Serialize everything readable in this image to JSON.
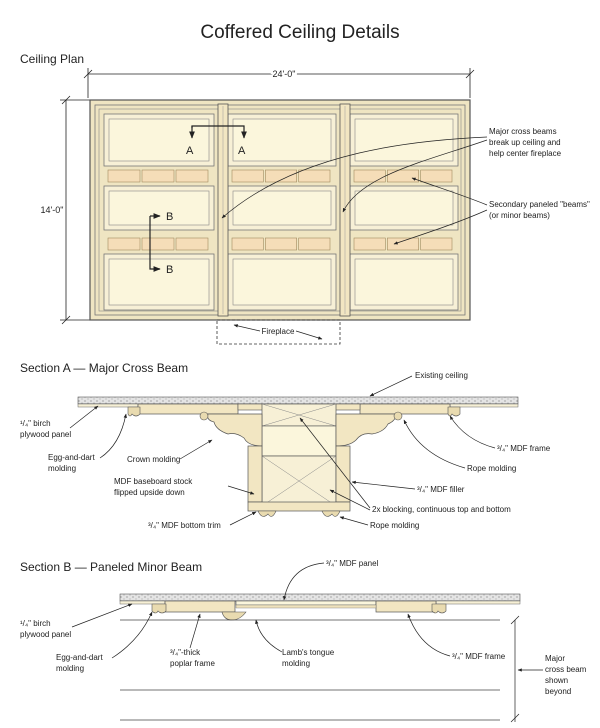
{
  "title": "Coffered Ceiling Details",
  "ceiling_plan": {
    "heading": "Ceiling Plan",
    "width_dim": "24'-0\"",
    "height_dim": "14'-0\"",
    "fireplace": "Fireplace",
    "marker_a": "A",
    "marker_b": "B",
    "callout_major": [
      "Major cross beams",
      "break up ceiling and",
      "help center fireplace"
    ],
    "callout_secondary": [
      "Secondary paneled \"beams\"",
      "(or minor beams)"
    ]
  },
  "section_a": {
    "heading": "Section A  — Major Cross  Beam",
    "existing_ceiling": "Existing ceiling",
    "birch_panel": [
      "¹/₄\" birch",
      "plywood panel"
    ],
    "egg_dart": [
      "Egg-and-dart",
      "molding"
    ],
    "crown": "Crown molding",
    "mdf_baseboard": [
      "MDF baseboard stock",
      "flipped upside down"
    ],
    "mdf_bottom_trim": "³/₄\" MDF bottom trim",
    "mdf_frame": "³/₄\" MDF frame",
    "rope_right": "Rope molding",
    "mdf_filler": "³/₄\" MDF filler",
    "blocking": "2x blocking, continuous top and bottom",
    "rope_bottom": "Rope molding"
  },
  "section_b": {
    "heading": "Section B  — Paneled Minor Beam",
    "mdf_panel": "³/₄\" MDF panel",
    "birch_panel": [
      "¹/₄\" birch",
      "plywood panel"
    ],
    "egg_dart": [
      "Egg-and-dart",
      "molding"
    ],
    "poplar": [
      "³/₄\"-thick",
      "poplar frame"
    ],
    "lambs": [
      "Lamb's tongue",
      "molding"
    ],
    "mdf_frame": "³/₄\" MDF frame",
    "major_beyond": [
      "Major",
      "cross beam",
      "shown",
      "beyond"
    ]
  },
  "colors": {
    "wood": "#f2e6c2",
    "wood_light": "#f7f0d6",
    "panel": "#fbf6dc",
    "frame_stroke": "#555555",
    "ceiling": "#cfcfcf",
    "line": "#222222"
  }
}
